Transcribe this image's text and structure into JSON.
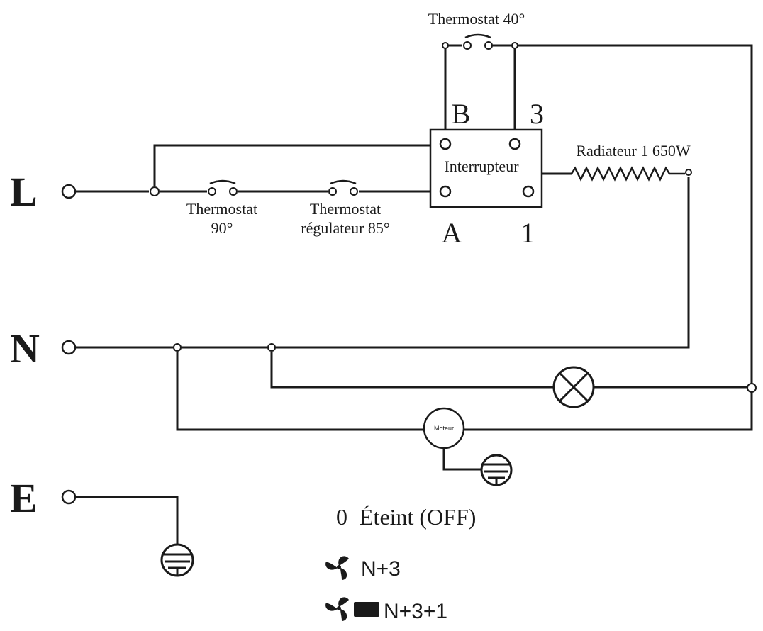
{
  "lines": {
    "live": "L",
    "neutral": "N",
    "earth": "E"
  },
  "components": {
    "thermostat_top": "Thermostat 40°",
    "switch": "Interrupteur",
    "switch_pin_b": "B",
    "switch_pin_3": "3",
    "switch_pin_a": "A",
    "switch_pin_1": "1",
    "radiator": "Radiateur 1 650W",
    "thermostat_90_line1": "Thermostat",
    "thermostat_90_line2": "90°",
    "thermostat_85_line1": "Thermostat",
    "thermostat_85_line2": "régulateur 85°",
    "motor": "Moteur"
  },
  "legend": {
    "off_symbol": "0",
    "off_label": "Éteint (OFF)",
    "fan_label": "N+3",
    "fan_heat_label": "N+3+1",
    "fan_icon": "fan-icon",
    "heater_icon": "heater-block-icon"
  }
}
